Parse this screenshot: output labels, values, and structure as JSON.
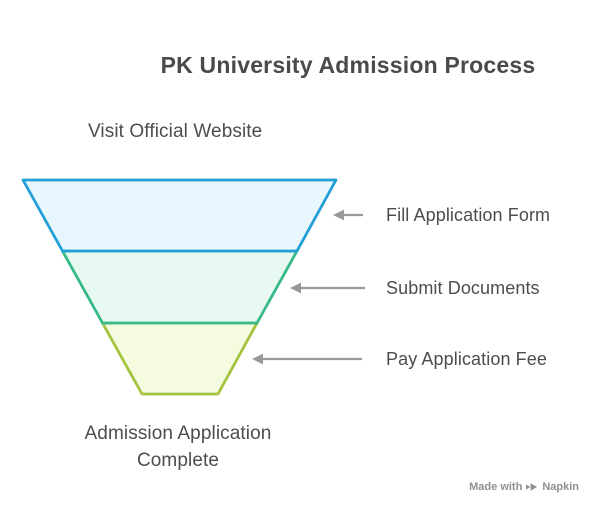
{
  "title": "PK University Admission Process",
  "funnel": {
    "top_label": "Visit Official Website",
    "bottom_label": "Admission Application Complete",
    "stages": [
      {
        "label": "Fill Application Form",
        "fill": "#e8f6fd",
        "stroke": "#219fd7"
      },
      {
        "label": "Submit Documents",
        "fill": "#e7f9f0",
        "stroke": "#37b988"
      },
      {
        "label": "Pay Application Fee",
        "fill": "#f5fbdf",
        "stroke": "#a3c43f"
      }
    ],
    "arrow_color": "#999999"
  },
  "watermark": {
    "made_with": "Made with",
    "brand": "Napkin",
    "logo": "napkin-play-logo",
    "color": "#8f8f8f"
  }
}
